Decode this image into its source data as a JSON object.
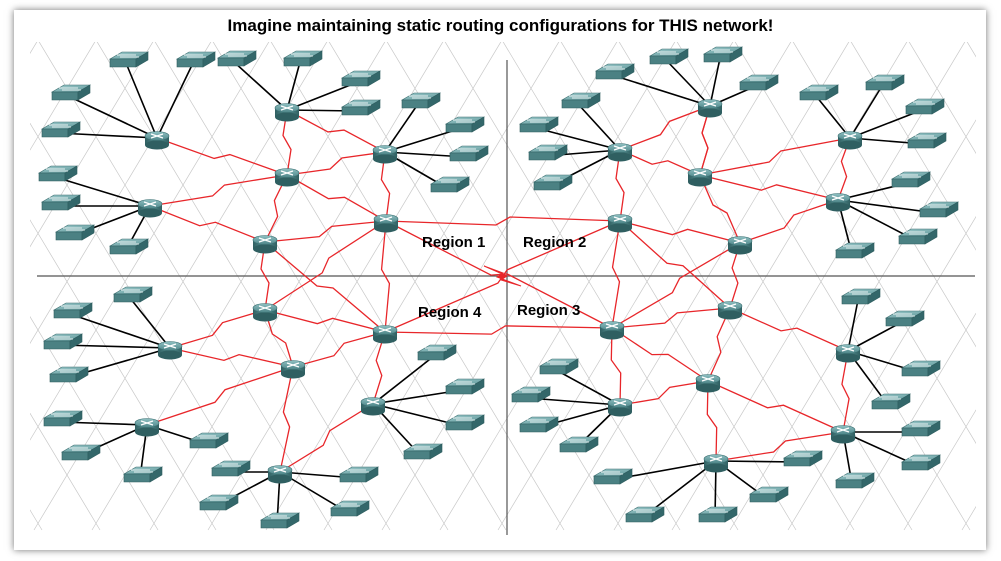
{
  "title": "Imagine maintaining static routing configurations for THIS network!",
  "regions": [
    {
      "label": "Region 1"
    },
    {
      "label": "Region 2"
    },
    {
      "label": "Region 3"
    },
    {
      "label": "Region 4"
    }
  ],
  "colors": {
    "wan_link": "#e8262a",
    "lan_link": "#000000",
    "grid": "#c8c8c8",
    "axis": "#555555",
    "router": "#4f8a8c",
    "switch": "#5c9698"
  },
  "icons": {
    "router": "router-icon",
    "switch": "switch-icon",
    "wan": "serial-link",
    "center": "lightning-icon"
  }
}
